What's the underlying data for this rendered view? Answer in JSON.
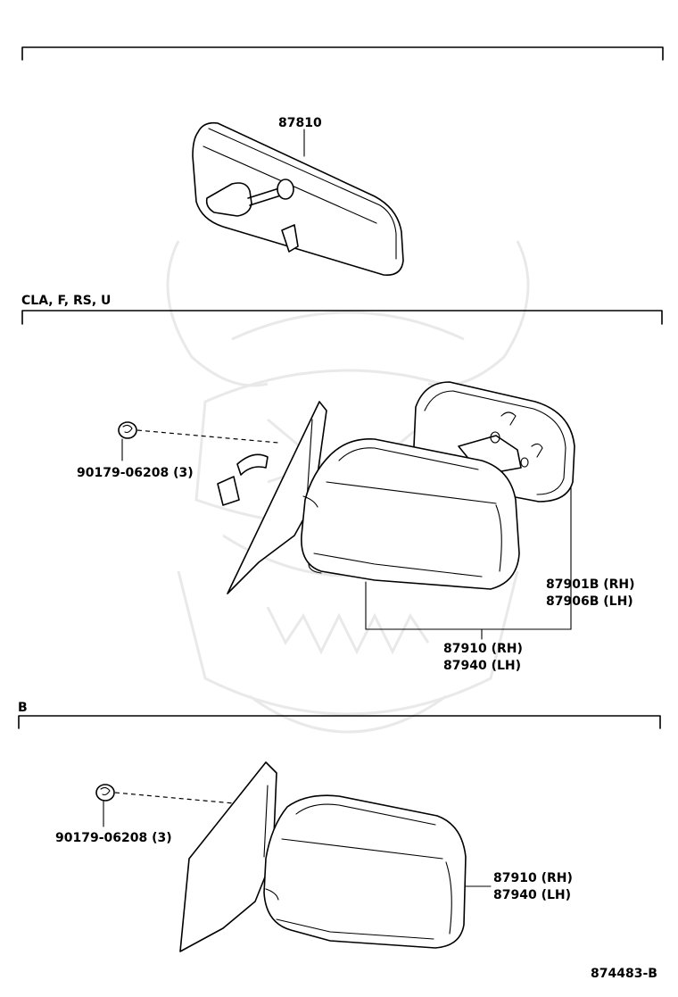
{
  "sections": [
    {
      "label": "",
      "parts": [
        {
          "number": "87810"
        }
      ]
    },
    {
      "label": "CLA, F, RS, U",
      "parts": [
        {
          "number": "90179-06208 (3)"
        },
        {
          "number": "87901B (RH)"
        },
        {
          "number": "87906B (LH)"
        },
        {
          "number": "87910 (RH)"
        },
        {
          "number": "87940 (LH)"
        }
      ]
    },
    {
      "label": "B",
      "parts": [
        {
          "number": "90179-06208 (3)"
        },
        {
          "number": "87910 (RH)"
        },
        {
          "number": "87940 (LH)"
        }
      ]
    }
  ],
  "illustration_code": "874483-B",
  "icons": {
    "watermark": "samurai-helmet-watermark",
    "clip": "clip-icon"
  }
}
